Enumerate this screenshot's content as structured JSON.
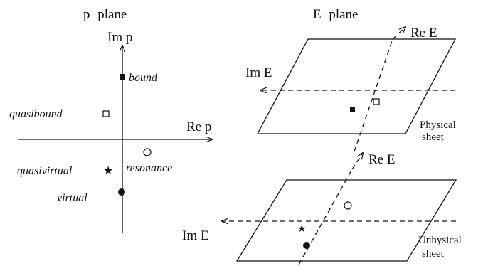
{
  "p_plane": {
    "title": "p−plane",
    "im_axis_label": "Im p",
    "re_axis_label": "Re p",
    "states": {
      "bound": "bound",
      "quasibound": "quasibound",
      "resonance": "resonance",
      "quasivirtual": "quasivirtual",
      "virtual": "virtual"
    }
  },
  "e_plane": {
    "title": "E−plane",
    "physical_sheet": {
      "re_axis_label": "Re E",
      "im_axis_label": "Im E",
      "label_line1": "Physical",
      "label_line2": "sheet"
    },
    "unphysical_sheet": {
      "re_axis_label": "Re E",
      "im_axis_label": "Im E",
      "label_line1": "Unhysical",
      "label_line2": "sheet"
    }
  }
}
